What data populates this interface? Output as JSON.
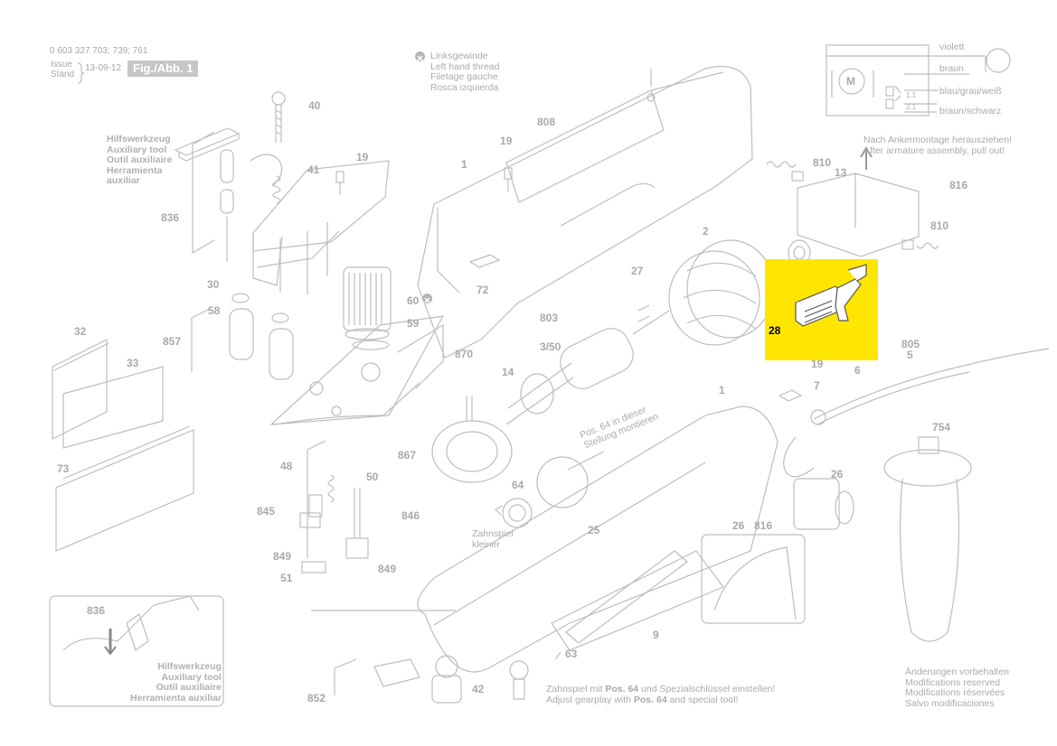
{
  "header": {
    "part_numbers": "0 603 327 703; 739; 761",
    "issue": "Issue",
    "stand": "Stand",
    "date": "13-09-12",
    "figure": "Fig./Abb. 1"
  },
  "thread_note": [
    "Linksgewinde",
    "Left hand thread",
    "Filetage gauche",
    "Rosca izquierda"
  ],
  "aux_tool": [
    "Hilfswerkzeug",
    "Auxiliary tool",
    "Outil auxiliaire",
    "Herramienta",
    "auxiliar"
  ],
  "aux_tool_inset": [
    "Hilfswerkzeug",
    "Auxiliary tool",
    "Outil auxiliaire",
    "Herramienta auxiliar"
  ],
  "armature_note": [
    "Nach Ankermontage herausziehen!",
    "After armature assembly, pull out!"
  ],
  "wiring": {
    "motor": "M",
    "wire_labels": [
      "violett",
      "braun",
      "blau/grau/weiß",
      "braun/schwarz"
    ],
    "pins": [
      "1.1",
      "2.1"
    ]
  },
  "pos64_note": [
    "Pos. 64 in dieser",
    "Stellung montieren"
  ],
  "gear_note": [
    "Zahnspiel",
    "kleiner"
  ],
  "adjust_note": {
    "de_pre": "Zahnspiel mit ",
    "de_pos": "Pos. 64",
    "de_post": " und Spezialschlüssel einstellen!",
    "en_pre": "Adjust gearplay with ",
    "en_pos": "Pos. 64",
    "en_post": " and special tool!"
  },
  "modifications": [
    "Änderungen vorbehalten",
    "Modifications reserved",
    "Modifications réservées",
    "Salvo modificaciones"
  ],
  "highlight": {
    "part": "28",
    "color": "#ffe600"
  },
  "parts": {
    "p40": "40",
    "p19a": "19",
    "p41": "41",
    "p836a": "836",
    "p30": "30",
    "p60": "60",
    "p59": "59",
    "p58": "58",
    "p857": "857",
    "p870": "870",
    "p32": "32",
    "p33": "33",
    "p73": "73",
    "p48": "48",
    "p50": "50",
    "p845": "845",
    "p846": "846",
    "p849a": "849",
    "p51": "51",
    "p849b": "849",
    "p836b": "836",
    "p852": "852",
    "p42": "42",
    "p19b": "19",
    "p808": "808",
    "p1a": "1",
    "p72": "72",
    "p27": "27",
    "p803": "803",
    "p350": "3/50",
    "p14": "14",
    "p867": "867",
    "p2": "2",
    "p810a": "810",
    "p13": "13",
    "p816a": "816",
    "p810b": "810",
    "p19c": "19",
    "p7": "7",
    "p6": "6",
    "p805": "805",
    "p5": "5",
    "p1b": "1",
    "p64": "64",
    "p25": "25",
    "p9": "9",
    "p63": "63",
    "p26a": "26",
    "p754": "754",
    "p26b": "26",
    "p816b": "816"
  }
}
